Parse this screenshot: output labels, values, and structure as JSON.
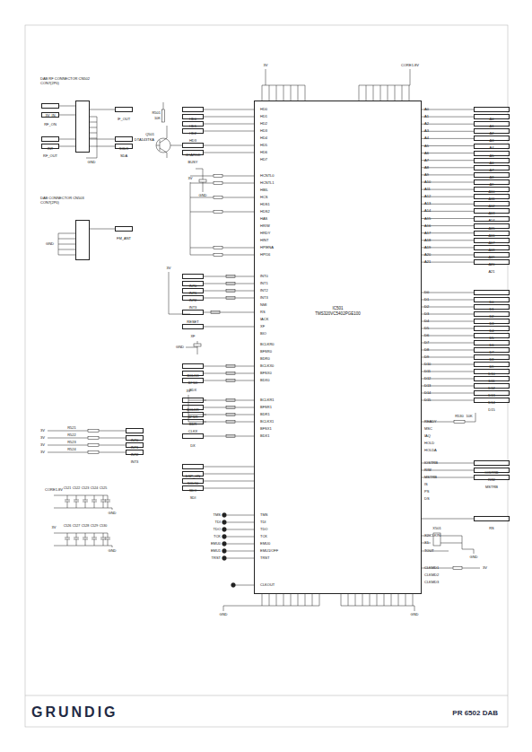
{
  "diagram": {
    "title": "PR 6502 DAB",
    "nodes": [
      {
        "text": [
          "IC501",
          "TMS320VC5402PGE100"
        ]
      },
      {
        "text": [
          "DAB RF CONNECTOR CN502 CON7(2P0)"
        ]
      },
      {
        "text": [
          "DAB CONNECTOR CN503 CON7(2P0)"
        ]
      },
      {
        "text": [
          "A0"
        ]
      },
      {
        "text": [
          "A1"
        ]
      },
      {
        "text": [
          "A2"
        ]
      },
      {
        "text": [
          "A3"
        ]
      },
      {
        "text": [
          "A4"
        ]
      },
      {
        "text": [
          "A5"
        ]
      },
      {
        "text": [
          "A6"
        ]
      },
      {
        "text": [
          "A7"
        ]
      },
      {
        "text": [
          "A8"
        ]
      },
      {
        "text": [
          "A9"
        ]
      },
      {
        "text": [
          "A10"
        ]
      },
      {
        "text": [
          "A11"
        ]
      },
      {
        "text": [
          "A12"
        ]
      },
      {
        "text": [
          "A13"
        ]
      },
      {
        "text": [
          "A14"
        ]
      },
      {
        "text": [
          "A15"
        ]
      },
      {
        "text": [
          "A16"
        ]
      },
      {
        "text": [
          "A17"
        ]
      },
      {
        "text": [
          "A18"
        ]
      },
      {
        "text": [
          "A19"
        ]
      },
      {
        "text": [
          "A20"
        ]
      },
      {
        "text": [
          "A21"
        ]
      },
      {
        "text": [
          "D0"
        ]
      },
      {
        "text": [
          "D1"
        ]
      },
      {
        "text": [
          "D2"
        ]
      },
      {
        "text": [
          "D3"
        ]
      },
      {
        "text": [
          "D4"
        ]
      },
      {
        "text": [
          "D5"
        ]
      },
      {
        "text": [
          "D6"
        ]
      },
      {
        "text": [
          "D7"
        ]
      },
      {
        "text": [
          "D8"
        ]
      },
      {
        "text": [
          "D9"
        ]
      },
      {
        "text": [
          "D10"
        ]
      },
      {
        "text": [
          "D11"
        ]
      },
      {
        "text": [
          "D12"
        ]
      },
      {
        "text": [
          "D13"
        ]
      },
      {
        "text": [
          "D14"
        ]
      },
      {
        "text": [
          "D15"
        ]
      },
      {
        "text": [
          "IOSTRB"
        ]
      },
      {
        "text": [
          "R/W"
        ]
      },
      {
        "text": [
          "MSTRB"
        ]
      },
      {
        "text": [
          "RS"
        ]
      },
      {
        "text": [
          "HD0"
        ]
      },
      {
        "text": [
          "HD1"
        ]
      },
      {
        "text": [
          "HD2"
        ]
      },
      {
        "text": [
          "HD3"
        ]
      },
      {
        "text": [
          "CHARGE"
        ]
      },
      {
        "text": [
          "BUSY"
        ]
      },
      {
        "text": [
          "INT0"
        ]
      },
      {
        "text": [
          "INT1"
        ]
      },
      {
        "text": [
          "INT2"
        ]
      },
      {
        "text": [
          "INT3"
        ]
      },
      {
        "text": [
          "RESET"
        ]
      },
      {
        "text": [
          "XF"
        ]
      },
      {
        "text": [
          "BCLKX"
        ]
      },
      {
        "text": [
          "BFSX"
        ]
      },
      {
        "text": [
          "BDX"
        ]
      },
      {
        "text": [
          "BCLKR"
        ]
      },
      {
        "text": [
          "BFSR"
        ]
      },
      {
        "text": [
          "BDR"
        ]
      },
      {
        "text": [
          "CLKX"
        ]
      },
      {
        "text": [
          "DX"
        ]
      },
      {
        "text": [
          "DSP_ON"
        ]
      },
      {
        "text": [
          "SCLK0"
        ]
      },
      {
        "text": [
          "SDO"
        ]
      },
      {
        "text": [
          "SDI"
        ]
      },
      {
        "text": [
          "IF_OUT"
        ]
      },
      {
        "text": [
          "SCLK"
        ]
      },
      {
        "text": [
          "SDA"
        ]
      },
      {
        "text": [
          "3V_IN"
        ]
      },
      {
        "text": [
          "RF_ON"
        ]
      },
      {
        "text": [
          "INT"
        ]
      },
      {
        "text": [
          "RF_OUT"
        ]
      },
      {
        "text": [
          "FM_ANT"
        ]
      },
      {
        "text": [
          "INT0"
        ]
      },
      {
        "text": [
          "INT1"
        ]
      },
      {
        "text": [
          "INT2"
        ]
      },
      {
        "text": [
          "INT3"
        ]
      }
    ],
    "edges": [
      {
        "from": 0,
        "to": 3,
        "arrow": "none"
      },
      {
        "from": 0,
        "to": 4,
        "arrow": "none"
      },
      {
        "from": 0,
        "to": 5,
        "arrow": "none"
      },
      {
        "from": 0,
        "to": 6,
        "arrow": "none"
      },
      {
        "from": 0,
        "to": 7,
        "arrow": "none"
      },
      {
        "from": 0,
        "to": 8,
        "arrow": "none"
      },
      {
        "from": 0,
        "to": 9,
        "arrow": "none"
      },
      {
        "from": 0,
        "to": 10,
        "arrow": "none"
      },
      {
        "from": 0,
        "to": 11,
        "arrow": "none"
      },
      {
        "from": 0,
        "to": 12,
        "arrow": "none"
      },
      {
        "from": 0,
        "to": 13,
        "arrow": "none"
      },
      {
        "from": 0,
        "to": 14,
        "arrow": "none"
      },
      {
        "from": 0,
        "to": 15,
        "arrow": "none"
      },
      {
        "from": 0,
        "to": 16,
        "arrow": "none"
      },
      {
        "from": 0,
        "to": 17,
        "arrow": "none"
      },
      {
        "from": 0,
        "to": 18,
        "arrow": "none"
      },
      {
        "from": 0,
        "to": 19,
        "arrow": "none"
      },
      {
        "from": 0,
        "to": 20,
        "arrow": "none"
      },
      {
        "from": 0,
        "to": 21,
        "arrow": "none"
      },
      {
        "from": 0,
        "to": 22,
        "arrow": "none"
      },
      {
        "from": 0,
        "to": 23,
        "arrow": "none"
      },
      {
        "from": 0,
        "to": 24,
        "arrow": "none"
      },
      {
        "from": 0,
        "to": 25,
        "arrow": "none"
      },
      {
        "from": 0,
        "to": 26,
        "arrow": "none"
      },
      {
        "from": 0,
        "to": 27,
        "arrow": "none"
      },
      {
        "from": 0,
        "to": 28,
        "arrow": "none"
      },
      {
        "from": 0,
        "to": 29,
        "arrow": "none"
      },
      {
        "from": 0,
        "to": 30,
        "arrow": "none"
      },
      {
        "from": 0,
        "to": 31,
        "arrow": "none"
      },
      {
        "from": 0,
        "to": 32,
        "arrow": "none"
      },
      {
        "from": 0,
        "to": 33,
        "arrow": "none"
      },
      {
        "from": 0,
        "to": 34,
        "arrow": "none"
      },
      {
        "from": 0,
        "to": 35,
        "arrow": "none"
      },
      {
        "from": 0,
        "to": 36,
        "arrow": "none"
      },
      {
        "from": 0,
        "to": 37,
        "arrow": "none"
      },
      {
        "from": 0,
        "to": 38,
        "arrow": "none"
      },
      {
        "from": 0,
        "to": 39,
        "arrow": "none"
      },
      {
        "from": 0,
        "to": 40,
        "arrow": "none"
      },
      {
        "from": 0,
        "to": 41,
        "arrow": "none"
      },
      {
        "from": 0,
        "to": 42,
        "arrow": "none"
      },
      {
        "from": 0,
        "to": 43,
        "arrow": "none"
      },
      {
        "from": 0,
        "to": 44,
        "arrow": "none"
      },
      {
        "from": 45,
        "to": 0,
        "arrow": "none"
      },
      {
        "from": 46,
        "to": 0,
        "arrow": "none"
      },
      {
        "from": 47,
        "to": 0,
        "arrow": "none"
      },
      {
        "from": 48,
        "to": 0,
        "arrow": "none"
      },
      {
        "from": 49,
        "to": 0,
        "arrow": "none"
      },
      {
        "from": 50,
        "to": 0,
        "arrow": "none"
      },
      {
        "from": 51,
        "to": 0,
        "arrow": "none"
      },
      {
        "from": 52,
        "to": 0,
        "arrow": "none"
      },
      {
        "from": 53,
        "to": 0,
        "arrow": "none"
      },
      {
        "from": 54,
        "to": 0,
        "arrow": "none"
      },
      {
        "from": 55,
        "to": 0,
        "arrow": "none"
      },
      {
        "from": 56,
        "to": 0,
        "arrow": "none"
      },
      {
        "from": 57,
        "to": 0,
        "arrow": "none"
      },
      {
        "from": 58,
        "to": 0,
        "arrow": "none"
      },
      {
        "from": 59,
        "to": 0,
        "arrow": "none"
      },
      {
        "from": 60,
        "to": 0,
        "arrow": "none"
      },
      {
        "from": 61,
        "to": 0,
        "arrow": "none"
      },
      {
        "from": 62,
        "to": 0,
        "arrow": "none"
      },
      {
        "from": 63,
        "to": 0,
        "arrow": "none"
      },
      {
        "from": 64,
        "to": 0,
        "arrow": "none"
      },
      {
        "from": 65,
        "to": 0,
        "arrow": "none"
      },
      {
        "from": 66,
        "to": 0,
        "arrow": "none"
      },
      {
        "from": 67,
        "to": 0,
        "arrow": "none"
      },
      {
        "from": 68,
        "to": 0,
        "arrow": "none"
      },
      {
        "from": 1,
        "to": 69,
        "arrow": "none"
      },
      {
        "from": 1,
        "to": 70,
        "arrow": "none"
      },
      {
        "from": 1,
        "to": 71,
        "arrow": "none"
      },
      {
        "from": 72,
        "to": 1,
        "arrow": "none"
      },
      {
        "from": 73,
        "to": 1,
        "arrow": "none"
      },
      {
        "from": 74,
        "to": 1,
        "arrow": "none"
      },
      {
        "from": 75,
        "to": 1,
        "arrow": "none"
      },
      {
        "from": 2,
        "to": 76,
        "arrow": "none"
      }
    ],
    "labels": [
      "A0",
      "A1",
      "A2",
      "A3",
      "A4",
      "A5",
      "A6",
      "A7",
      "A8",
      "A9",
      "A10",
      "A11",
      "A12",
      "A13",
      "A14",
      "A15",
      "A16",
      "A17",
      "A18",
      "A19",
      "A20",
      "A21",
      "D0",
      "D1",
      "D2",
      "D3",
      "D4",
      "D5",
      "D6",
      "D7",
      "D8",
      "D9",
      "D10",
      "D11",
      "D12",
      "D13",
      "D14",
      "D15",
      "READY",
      "MSC",
      "IAQ",
      "HOLD",
      "HOLDA",
      "IOSTRB",
      "R/W",
      "MSTRB",
      "IS",
      "PS",
      "DS",
      "X2/CLKIN",
      "X1",
      "TOUT",
      "CLKMD1",
      "CLKMD2",
      "CLKMD3",
      "HD0",
      "HD1",
      "HD2",
      "HD3",
      "HD4",
      "HD5",
      "HD6",
      "HD7",
      "HCNTL0",
      "HCNTL1",
      "HBIL",
      "HCS",
      "HDS1",
      "HDS2",
      "HAS",
      "HR/W",
      "HRDY",
      "HINT",
      "HPIENA",
      "HPI16",
      "INT0",
      "INT1",
      "INT2",
      "INT3",
      "NMI",
      "RS",
      "IACK",
      "XF",
      "BIO",
      "BCLKR0",
      "BFSR0",
      "BDR0",
      "BCLKX0",
      "BFSX0",
      "BDX0",
      "BCLKR1",
      "BFSR1",
      "BDR1",
      "BCLKX1",
      "BFSX1",
      "BDX1",
      "TMS",
      "TDI",
      "TDO",
      "TCK",
      "EMU0",
      "EMU1/OFF",
      "TRST",
      "CLKOUT",
      "TMS",
      "TDI",
      "TDO",
      "TCK",
      "EMU0",
      "EMU1",
      "TRST",
      "3V",
      "CORE1.8V",
      "3V",
      "3V",
      "3V",
      "3V",
      "CORE1.8V",
      "3V",
      "3V",
      "3V",
      "3V",
      "3V",
      "GND",
      "GND",
      "GND",
      "GND",
      "GND",
      "GND",
      "GND",
      "GND",
      "GND",
      "Q501",
      "DTA143TKA",
      "R501",
      "10K",
      "R521",
      "R522",
      "R523",
      "R524",
      "C521",
      "C522",
      "C523",
      "C524",
      "C525",
      "C526",
      "C527",
      "C528",
      "C529",
      "C530",
      "X501",
      "R530",
      "10K",
      "GRUNDIG"
    ]
  }
}
